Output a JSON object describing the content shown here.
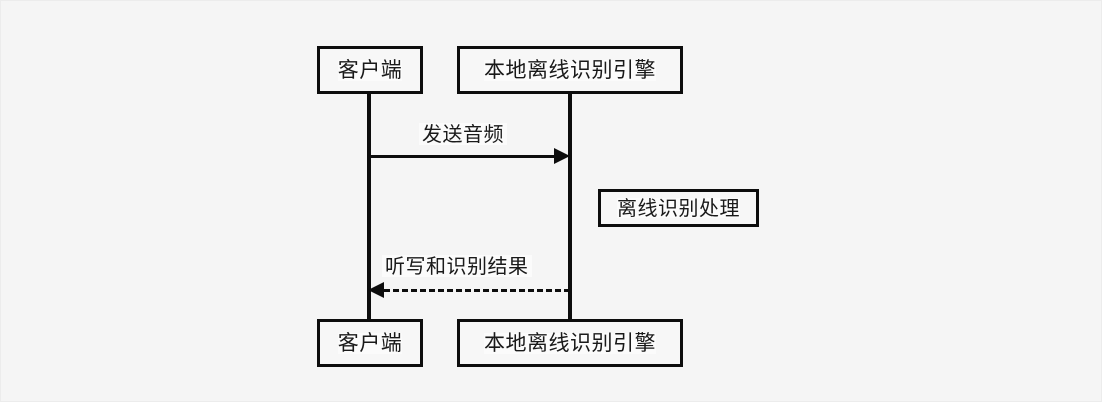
{
  "diagram": {
    "type": "uml-sequence-diagram",
    "background_color": "#f5f5f5",
    "stroke_color": "#0d0d0d",
    "participants": [
      {
        "id": "client",
        "label": "客户端"
      },
      {
        "id": "engine",
        "label": "本地离线识别引擎"
      }
    ],
    "messages": [
      {
        "id": "msg1",
        "label": "发送音频",
        "from": "client",
        "to": "engine",
        "style": "solid",
        "arrow": "right"
      },
      {
        "id": "msg2",
        "label": "听写和识别结果",
        "from": "engine",
        "to": "client",
        "style": "dashed",
        "arrow": "left"
      }
    ],
    "notes": [
      {
        "id": "note-offline",
        "label": "离线识别处理",
        "attached_to": "engine"
      }
    ]
  }
}
